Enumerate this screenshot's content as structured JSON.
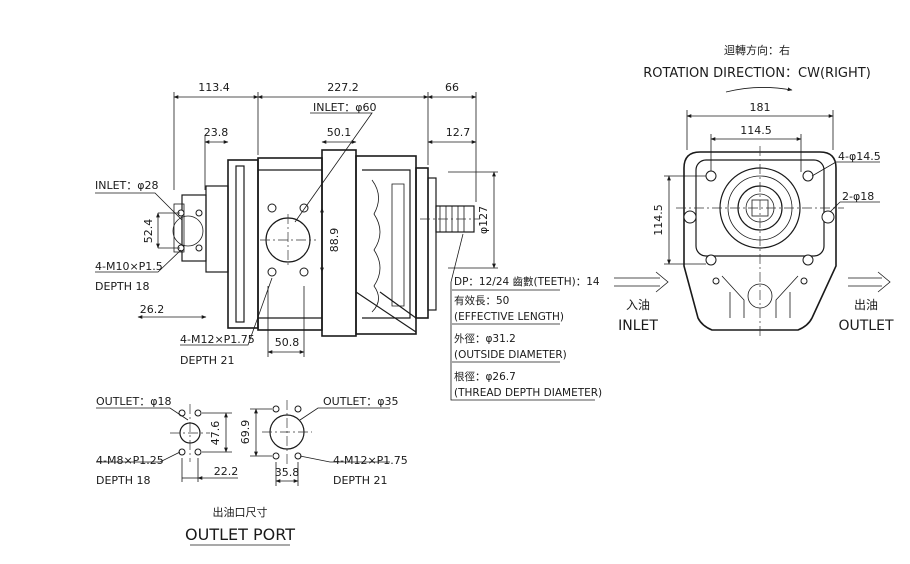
{
  "side_view": {
    "dims": {
      "d113": "113.4",
      "d227": "227.2",
      "d66": "66",
      "d238": "23.8",
      "d501": "50.1",
      "d127": "12.7",
      "d524": "52.4",
      "d889": "88.9",
      "d262": "26.2",
      "d508": "50.8",
      "phi127": "φ127"
    },
    "inlet_top": "INLET：φ60",
    "inlet_left": "INLET：φ28",
    "screw_left_1": "4-M10×P1.5",
    "screw_left_2": "DEPTH 18",
    "screw_bottom_1": "4-M12×P1.75",
    "screw_bottom_2": "DEPTH 21"
  },
  "spline": {
    "dp": "DP：12/24  齒數(TEETH)：14",
    "eff_cn": "有效長：50",
    "eff_en": "(EFFECTIVE LENGTH)",
    "od_cn": "外徑：φ31.2",
    "od_en": "(OUTSIDE DIAMETER)",
    "root_cn": "根徑：φ26.7",
    "root_en": "(THREAD DEPTH DIAMETER)"
  },
  "front_view": {
    "rotation_cn": "迴轉方向：右",
    "rotation_en": "ROTATION DIRECTION：CW(RIGHT)",
    "d181": "181",
    "d1145h": "114.5",
    "d1145v": "114.5",
    "holes_4": "4-φ14.5",
    "holes_2": "2-φ18",
    "inlet_cn": "入油",
    "inlet_en": "INLET",
    "outlet_cn": "出油",
    "outlet_en": "OUTLET"
  },
  "outlet_ports": {
    "small_title": "OUTLET：φ18",
    "small_d476": "47.6",
    "small_d222": "22.2",
    "small_screw_1": "4-M8×P1.25",
    "small_screw_2": "DEPTH 18",
    "large_title": "OUTLET：φ35",
    "large_d699": "69.9",
    "large_d358": "35.8",
    "large_screw_1": "4-M12×P1.75",
    "large_screw_2": "DEPTH 21",
    "caption_cn": "出油口尺寸",
    "caption_en": "OUTLET PORT"
  }
}
